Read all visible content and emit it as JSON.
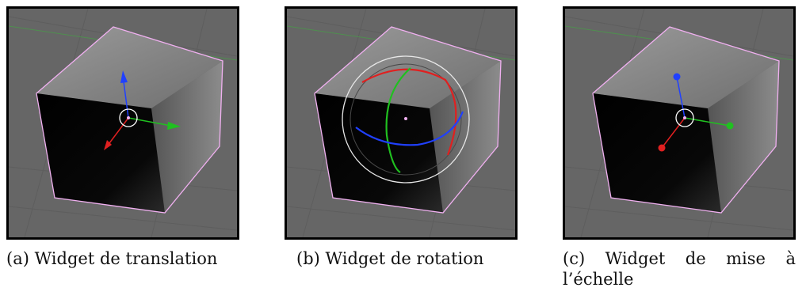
{
  "figures": [
    {
      "id": "a",
      "label": "(a)",
      "caption": "Widget de translation",
      "widget": "translate-manipulator"
    },
    {
      "id": "b",
      "label": "(b)",
      "caption": "Widget de rotation",
      "widget": "rotate-manipulator"
    },
    {
      "id": "c",
      "label": "(c)",
      "caption_line1_words": [
        "Widget",
        "de",
        "mise",
        "à"
      ],
      "caption_line2": "l’échelle",
      "widget": "scale-manipulator"
    }
  ],
  "colors": {
    "viewport_bg": "#666666",
    "grid_line": "#5d5d5d",
    "x_axis": "#e02020",
    "y_axis": "#20c020",
    "z_axis": "#2040ff",
    "selection_outline": "#f0b0f0",
    "cube_top": "#8a8a8a",
    "cube_right": "#707070",
    "cube_front": "#000000"
  }
}
